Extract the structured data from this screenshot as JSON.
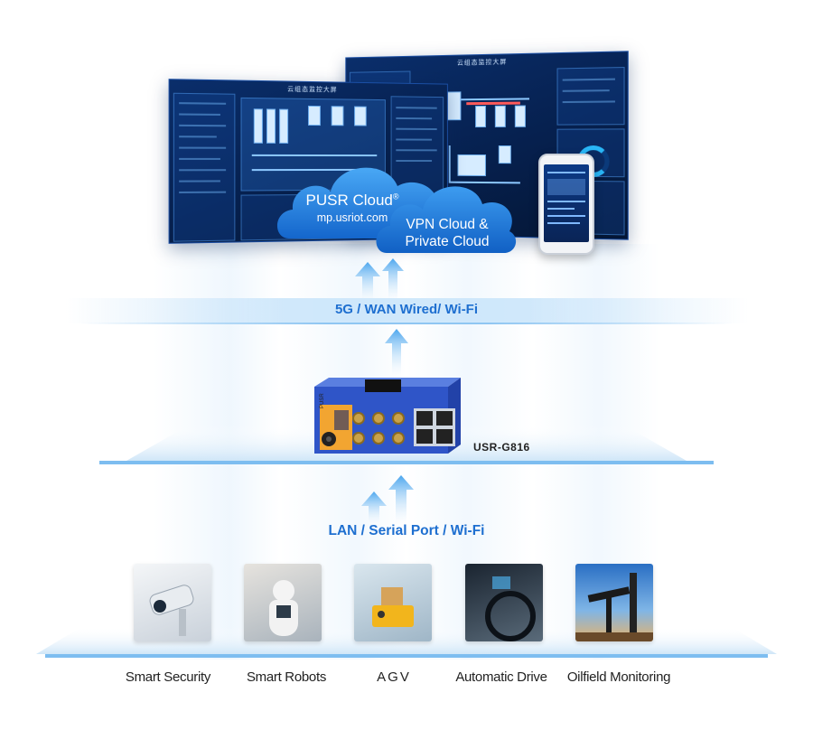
{
  "screens": {
    "left_title": "云组态监控大屏",
    "right_title": "云组态监控大屏"
  },
  "clouds": {
    "pusr_name": "PUSR Cloud",
    "pusr_mark": "®",
    "pusr_url": "mp.usriot.com",
    "vpn_line1": "VPN Cloud &",
    "vpn_line2": "Private Cloud"
  },
  "links": {
    "upper": "5G / WAN Wired/ Wi-Fi",
    "lower": "LAN / Serial Port / Wi-Fi"
  },
  "device": {
    "model": "USR-G816",
    "brand": "PUSR"
  },
  "applications": [
    {
      "label": "Smart Security"
    },
    {
      "label": "Smart Robots"
    },
    {
      "label": "AGV"
    },
    {
      "label": "Automatic Drive"
    },
    {
      "label": "Oilfield Monitoring"
    }
  ],
  "colors": {
    "accent": "#1e6fd0",
    "band": "#8fc6f2",
    "cloud": "#1f84e6",
    "device": "#2f55c8"
  }
}
